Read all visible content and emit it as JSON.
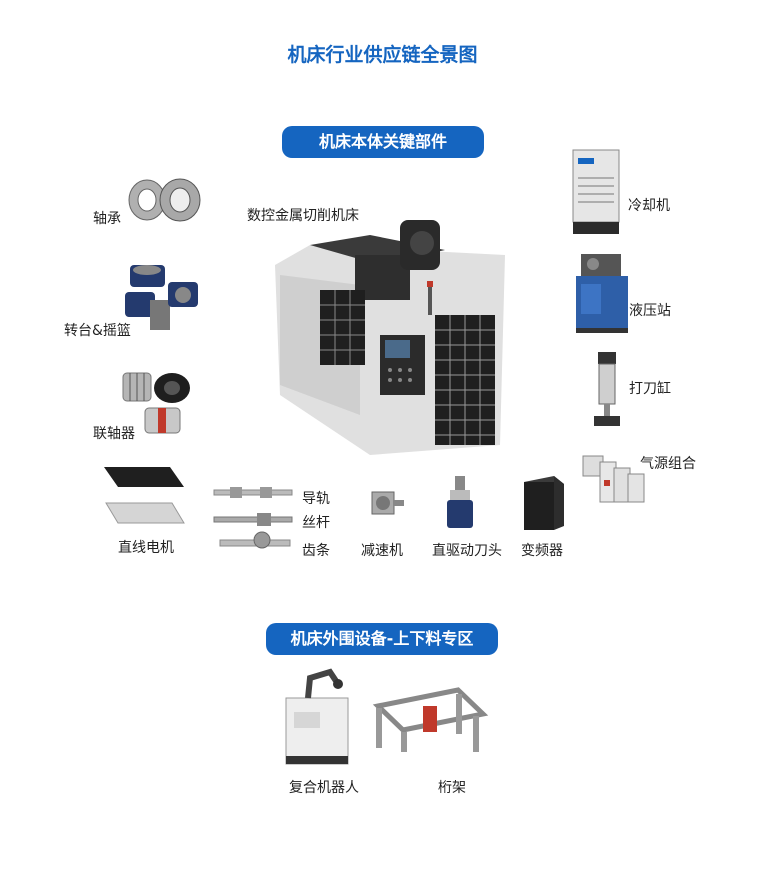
{
  "title": "机床行业供应链全景图",
  "section1": {
    "header": "机床本体关键部件",
    "center": "数控金属切削机床",
    "left": [
      "轴承",
      "转台&摇篮",
      "联轴器"
    ],
    "right": [
      "冷却机",
      "液压站",
      "打刀缸",
      "气源组合"
    ],
    "bottom": [
      "直线电机",
      "导轨",
      "丝杆",
      "齿条",
      "减速机",
      "直驱动刀头",
      "变频器"
    ]
  },
  "section2": {
    "header": "机床外围设备-上下料专区",
    "items": [
      "复合机器人",
      "桁架"
    ]
  },
  "colors": {
    "accent": "#1565c0",
    "machine_gray": "#d8d8d8",
    "machine_dark": "#2b2b2b"
  }
}
